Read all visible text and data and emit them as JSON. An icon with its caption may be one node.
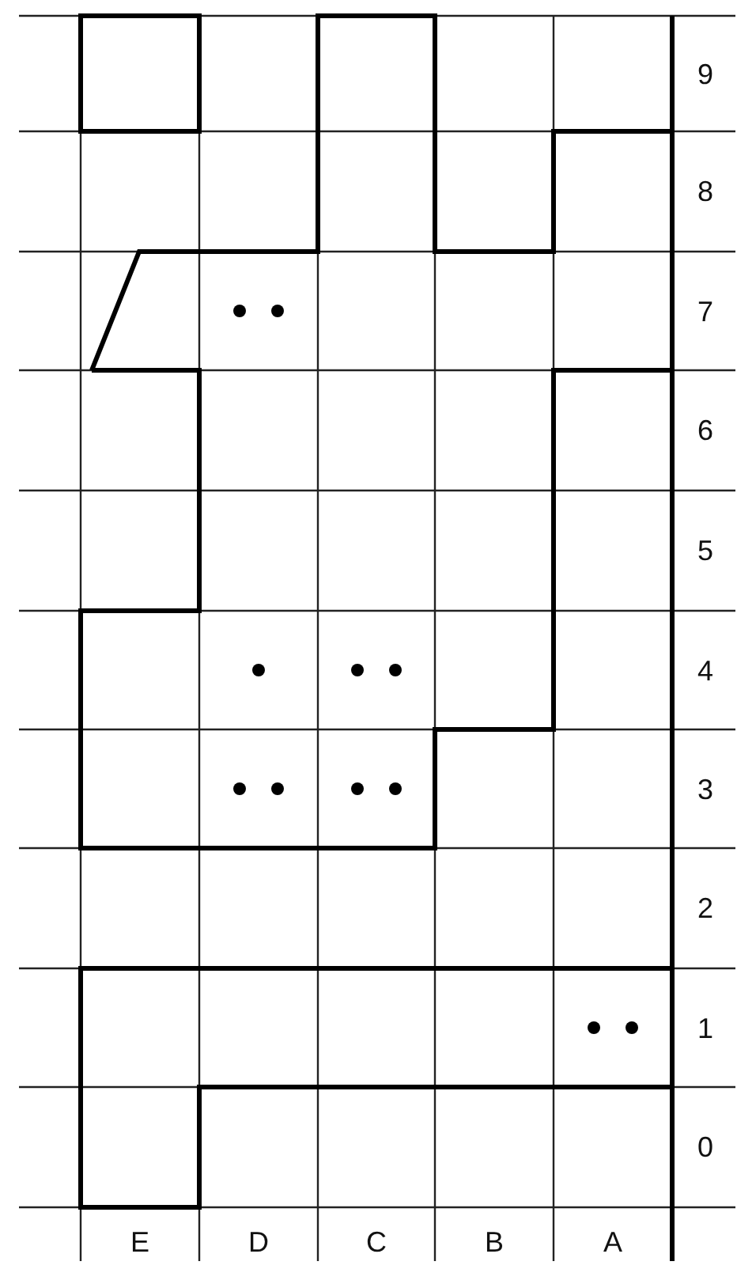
{
  "diagram": {
    "labels": [
      "9",
      "8",
      "7",
      "6",
      "5",
      "4",
      "3",
      "2",
      "1",
      "0",
      "E",
      "D",
      "C",
      "B",
      "A"
    ]
  }
}
